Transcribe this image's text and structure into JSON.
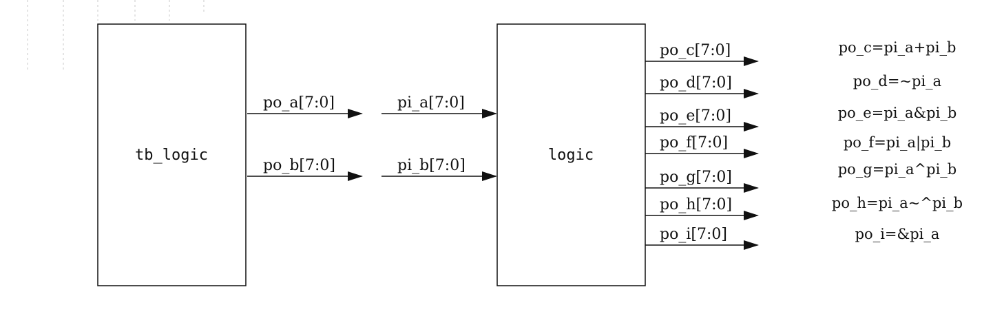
{
  "diagram": {
    "blocks": {
      "tb_logic": "tb_logic",
      "logic": "logic"
    },
    "tb_outputs": [
      "po_a[7:0]",
      "po_b[7:0]"
    ],
    "logic_inputs": [
      "pi_a[7:0]",
      "pi_b[7:0]"
    ],
    "logic_outputs": [
      "po_c[7:0]",
      "po_d[7:0]",
      "po_e[7:0]",
      "po_f[7:0]",
      "po_g[7:0]",
      "po_h[7:0]",
      "po_i[7:0]"
    ],
    "equations": [
      "po_c=pi_a+pi_b",
      "po_d=~pi_a",
      "po_e=pi_a&pi_b",
      "po_f=pi_a|pi_b",
      "po_g=pi_a^pi_b",
      "po_h=pi_a~^pi_b",
      "po_i=&pi_a"
    ],
    "colors": {
      "line": "#111111",
      "text": "#111111",
      "background": "#ffffff"
    }
  }
}
